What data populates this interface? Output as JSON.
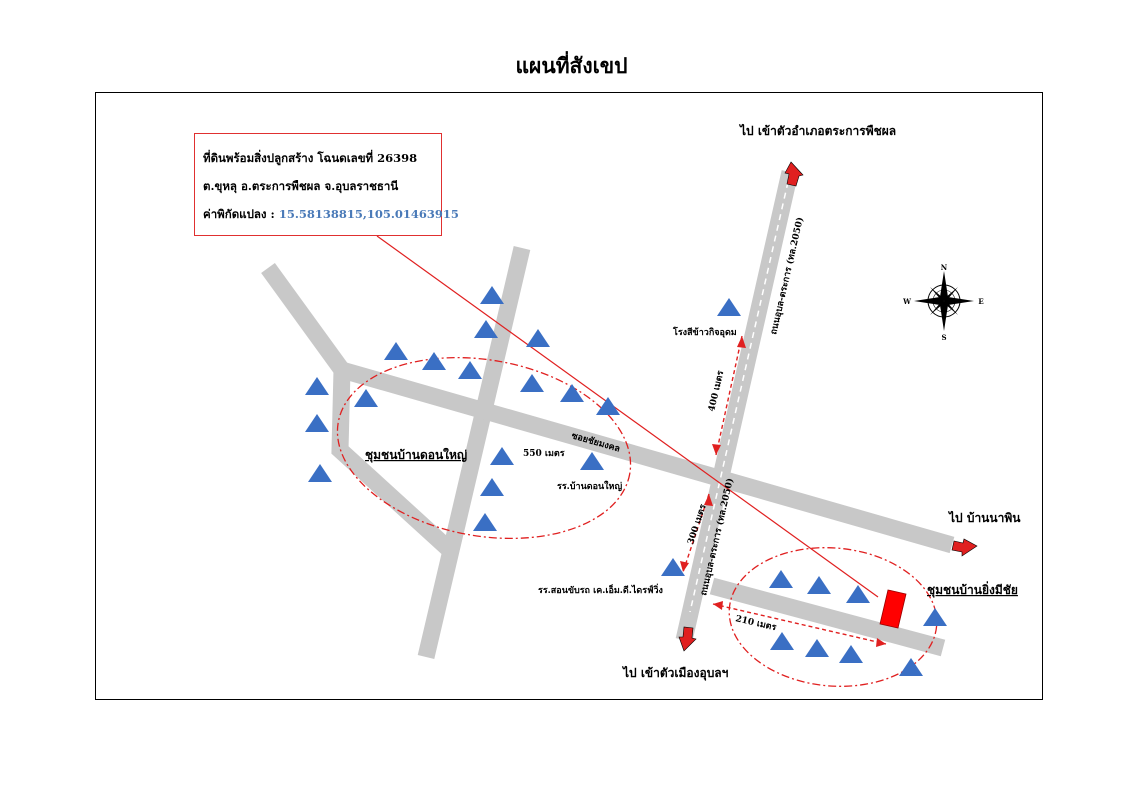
{
  "title": "แผนที่สังเขป",
  "info_box": {
    "line1": "ที่ดินพร้อมสิ่งปลูกสร้าง โฉนดเลขที่ 26398",
    "line2": "ต.ขุหลุ อ.ตระการพืชผล จ.อุบลราชธานี",
    "line3_label": "ค่าพิกัดแปลง :",
    "line3_value": "15.58138815,105.01463915"
  },
  "labels": {
    "to_district": "ไป เข้าตัวอำเภอตระการพืชผล",
    "to_city": "ไป เข้าตัวเมืองอุบลฯ",
    "to_na_phin": "ไป บ้านนาพิน",
    "community_don_yai": "ชุมชนบ้านดอนใหญ่",
    "community_ying_mi_chai": "ชุมชนบ้านยิ่งมีชัย",
    "rice_mill": "โรงสีข้าวกิจอุดม",
    "school_don_yai": "รร.บ้านดอนใหญ่",
    "driving_school": "รร.สอนขับรถ เค.เอ็ม.ดี.ไดรฟ์วิ่ง",
    "soi": "ซอยชัยมงคล",
    "road_north": "ถนนอุบล-ตระการ (ทล.2050)",
    "road_south": "ถนนอุบล-ตระการ (ทล.2050)",
    "dist_400": "400 เมตร",
    "dist_550": "550 เมตร",
    "dist_300": "300 เมตร",
    "dist_210": "210 เมตร"
  },
  "compass": {
    "n": "N",
    "s": "S",
    "e": "E",
    "w": "W"
  },
  "colors": {
    "road": "#c8c8c8",
    "marker": "#3a6fc4",
    "accent": "#e02020",
    "coord": "#4a7ab8"
  }
}
